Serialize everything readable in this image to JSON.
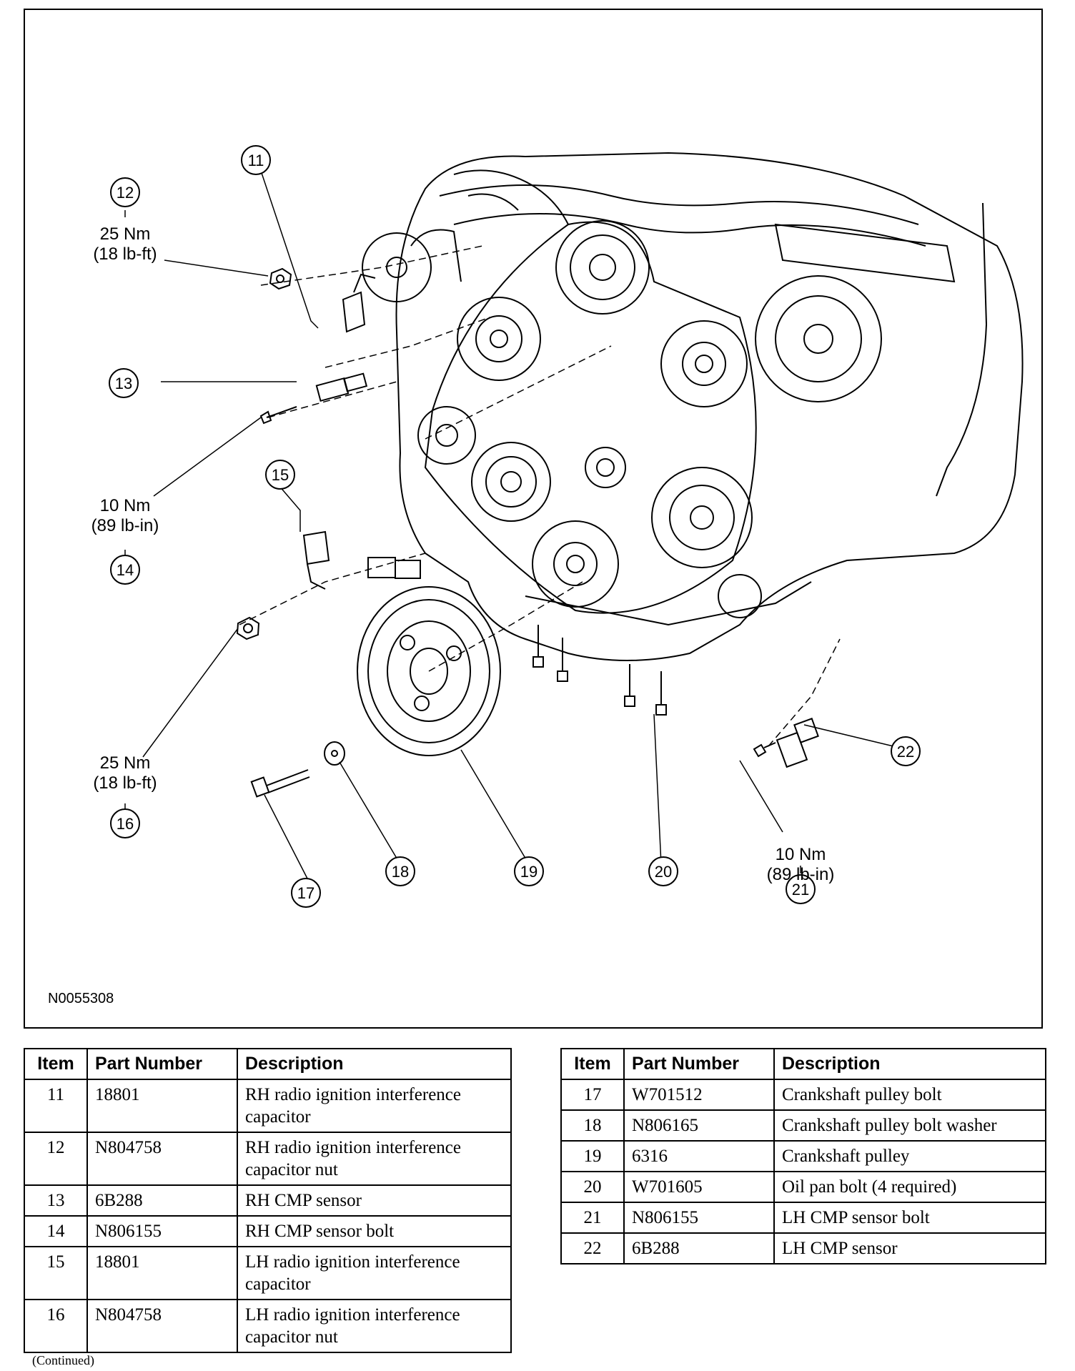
{
  "figure": {
    "id": "N0055308",
    "callouts": [
      "11",
      "12",
      "13",
      "14",
      "15",
      "16",
      "17",
      "18",
      "19",
      "20",
      "21",
      "22"
    ],
    "torque_labels": {
      "t12": [
        "25 Nm",
        "(18 lb-ft)"
      ],
      "t14": [
        "10 Nm",
        "(89 lb-in)"
      ],
      "t16": [
        "25 Nm",
        "(18 lb-ft)"
      ],
      "t21": [
        "10 Nm",
        "(89 lb-in)"
      ]
    }
  },
  "table_headers": {
    "item": "Item",
    "part_number": "Part Number",
    "description": "Description"
  },
  "parts_left": [
    {
      "item": "11",
      "part": "18801",
      "desc": "RH radio ignition interference capacitor"
    },
    {
      "item": "12",
      "part": "N804758",
      "desc": "RH radio ignition interference capacitor nut"
    },
    {
      "item": "13",
      "part": "6B288",
      "desc": "RH CMP sensor"
    },
    {
      "item": "14",
      "part": "N806155",
      "desc": "RH CMP sensor bolt"
    },
    {
      "item": "15",
      "part": "18801",
      "desc": "LH radio ignition interference capacitor"
    },
    {
      "item": "16",
      "part": "N804758",
      "desc": "LH radio ignition interference capacitor nut"
    }
  ],
  "parts_right": [
    {
      "item": "17",
      "part": "W701512",
      "desc": "Crankshaft pulley bolt"
    },
    {
      "item": "18",
      "part": "N806165",
      "desc": "Crankshaft pulley bolt washer"
    },
    {
      "item": "19",
      "part": "6316",
      "desc": "Crankshaft pulley"
    },
    {
      "item": "20",
      "part": "W701605",
      "desc": "Oil pan bolt (4 required)"
    },
    {
      "item": "21",
      "part": "N806155",
      "desc": "LH CMP sensor bolt"
    },
    {
      "item": "22",
      "part": "6B288",
      "desc": "LH CMP sensor"
    }
  ],
  "footer": {
    "continued": "(Continued)"
  }
}
